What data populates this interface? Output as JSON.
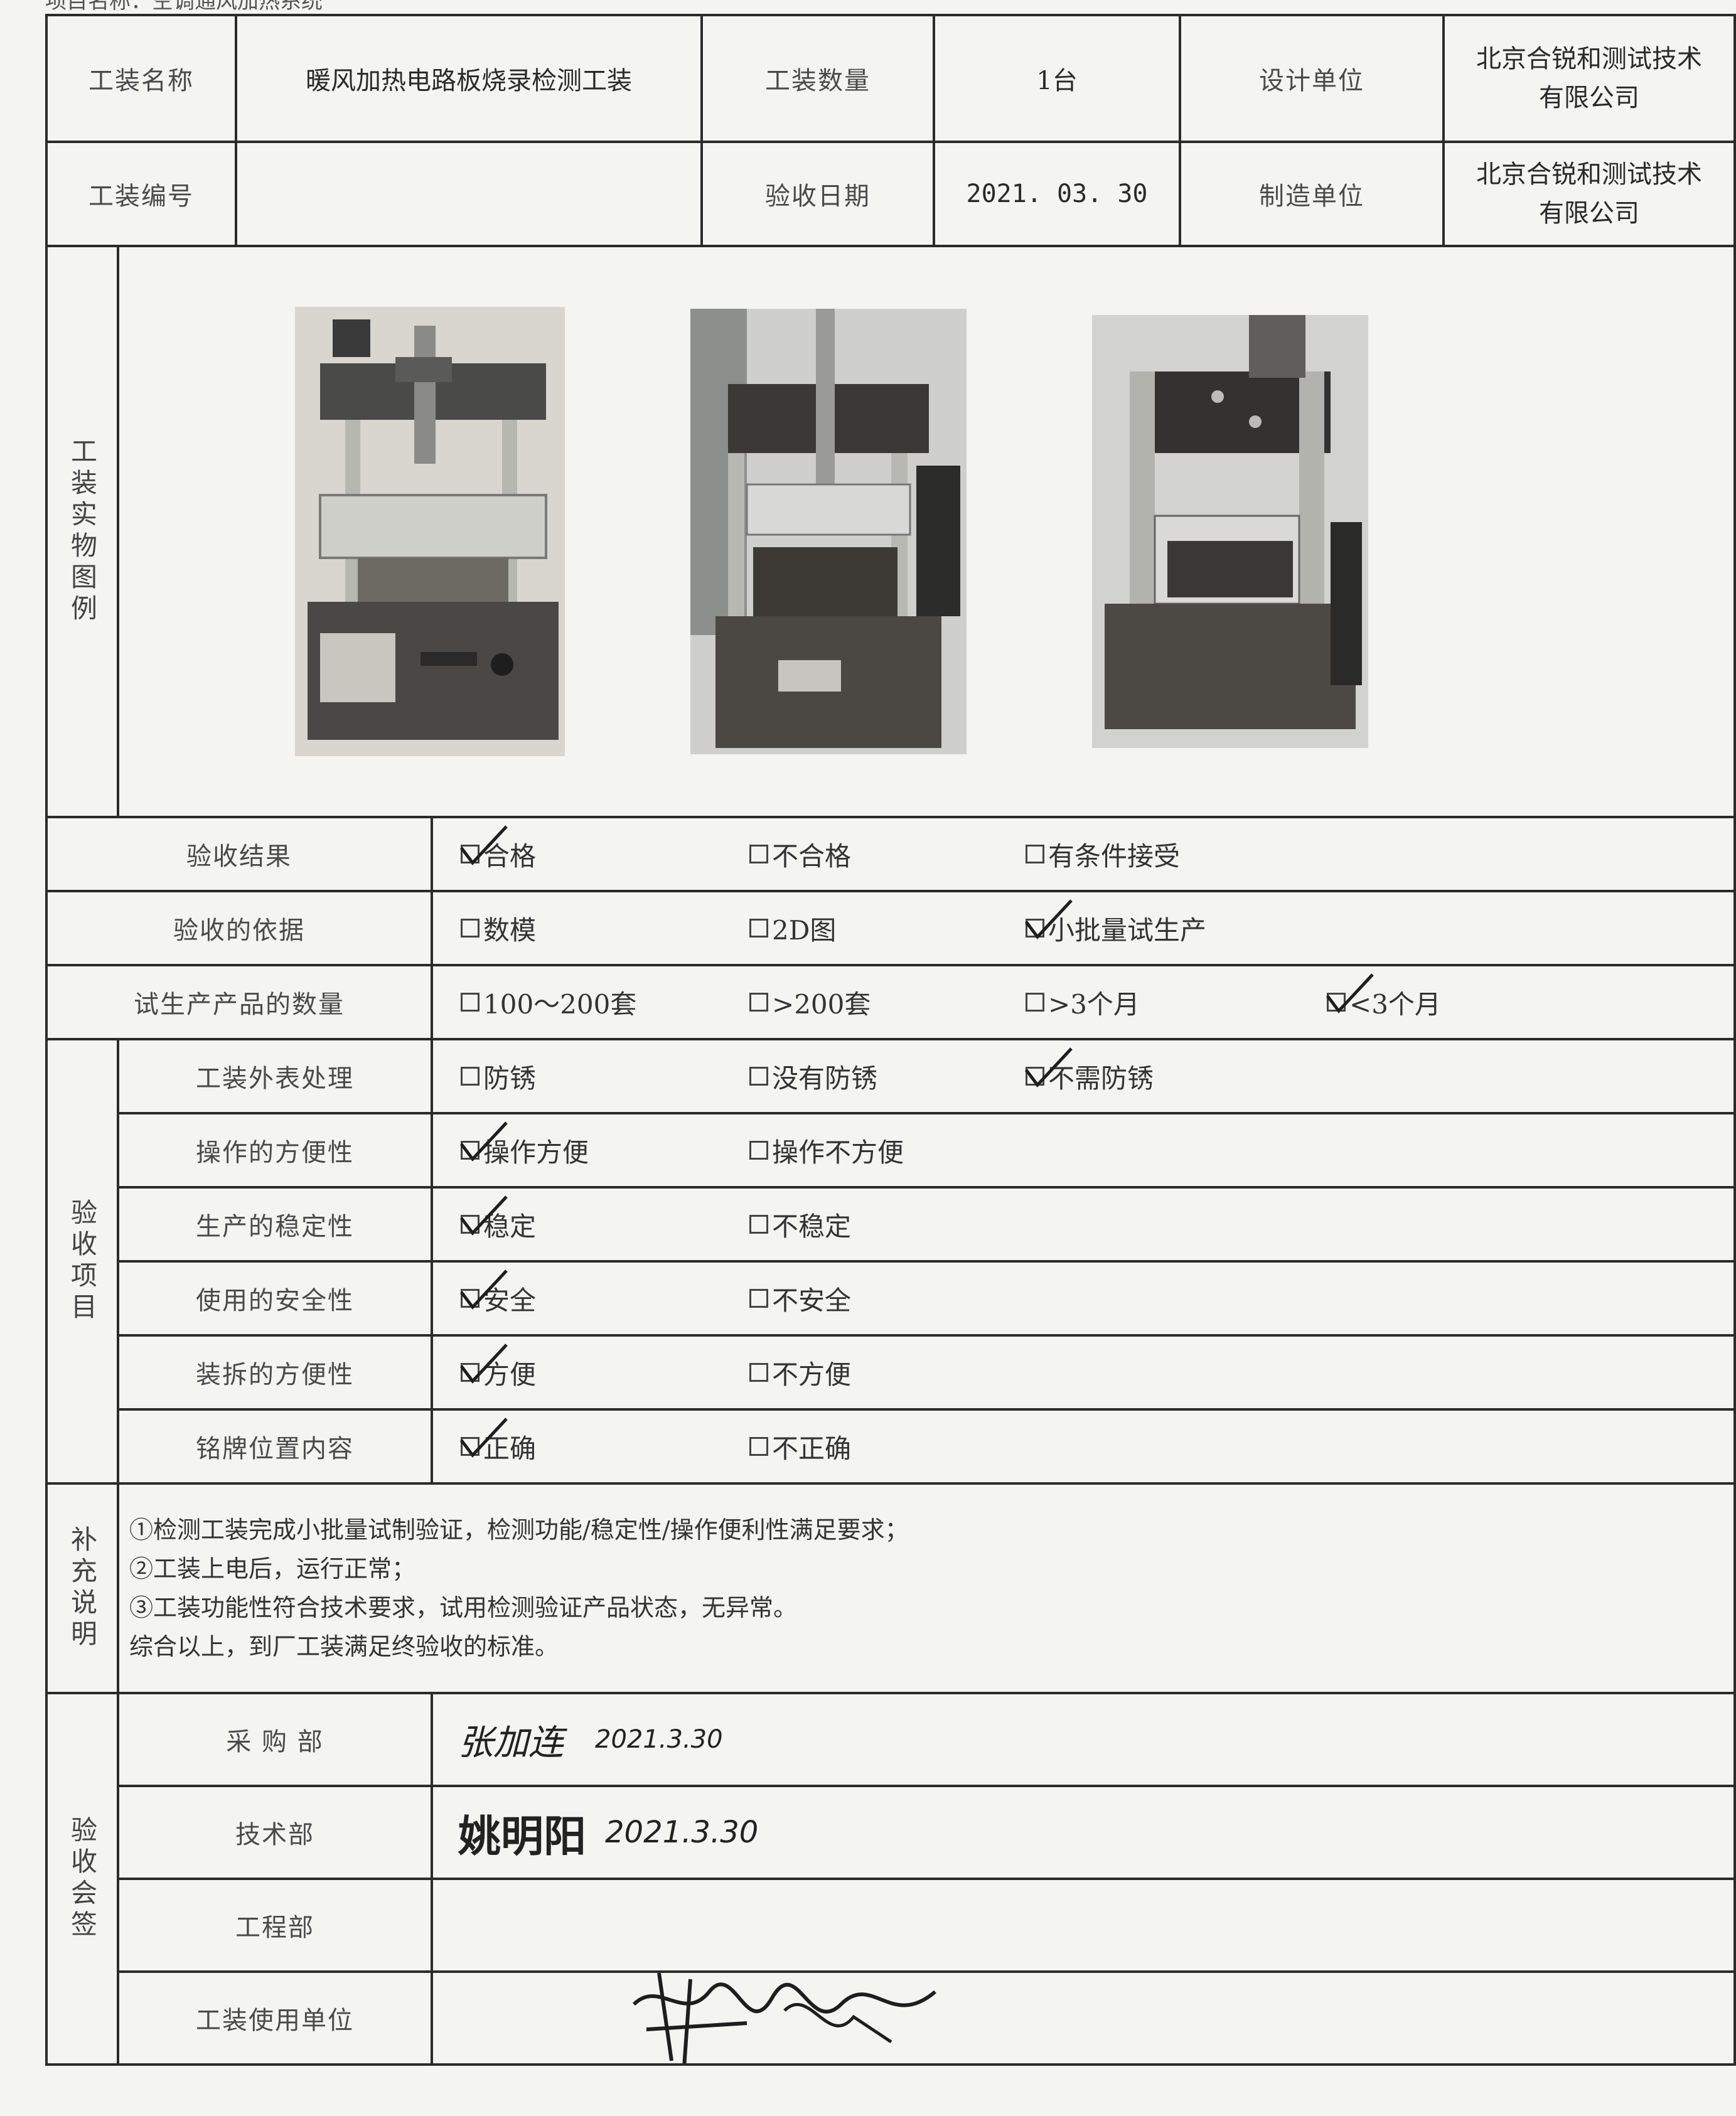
{
  "header_cut": "项目名称：空调通风加热系统",
  "row1": {
    "tool_name_label": "工装名称",
    "tool_name_value": "暖风加热电路板烧录检测工装",
    "quantity_label": "工装数量",
    "quantity_value": "1台",
    "design_unit_label": "设计单位",
    "design_unit_value": "北京合锐和测试技术有限公司"
  },
  "row2": {
    "tool_number_label": "工装编号",
    "tool_number_value": "",
    "accept_date_label": "验收日期",
    "accept_date_value": "2021. 03. 30",
    "mfg_unit_label": "制造单位",
    "mfg_unit_value": "北京合锐和测试技术有限公司"
  },
  "photos_label": "工装实物图例",
  "result": {
    "label": "验收结果",
    "options": [
      {
        "text": "合格",
        "checked": true
      },
      {
        "text": "不合格",
        "checked": false
      },
      {
        "text": "有条件接受",
        "checked": false
      }
    ]
  },
  "basis": {
    "label": "验收的依据",
    "options": [
      {
        "text": "数模",
        "checked": false
      },
      {
        "text": "2D图",
        "checked": false
      },
      {
        "text": "小批量试生产",
        "checked": true
      }
    ]
  },
  "trial_qty": {
    "label": "试生产产品的数量",
    "options": [
      {
        "text": "100～200套",
        "checked": false
      },
      {
        "text": ">200套",
        "checked": false
      },
      {
        "text": ">3个月",
        "checked": false
      },
      {
        "text": "<3个月",
        "checked": true
      }
    ]
  },
  "items_label": "验收项目",
  "items": [
    {
      "label": "工装外表处理",
      "options": [
        {
          "text": "防锈",
          "checked": false
        },
        {
          "text": "没有防锈",
          "checked": false
        },
        {
          "text": "不需防锈",
          "checked": true
        }
      ]
    },
    {
      "label": "操作的方便性",
      "options": [
        {
          "text": "操作方便",
          "checked": true
        },
        {
          "text": "操作不方便",
          "checked": false
        }
      ]
    },
    {
      "label": "生产的稳定性",
      "options": [
        {
          "text": "稳定",
          "checked": true
        },
        {
          "text": "不稳定",
          "checked": false
        }
      ]
    },
    {
      "label": "使用的安全性",
      "options": [
        {
          "text": "安全",
          "checked": true
        },
        {
          "text": "不安全",
          "checked": false
        }
      ]
    },
    {
      "label": "装拆的方便性",
      "options": [
        {
          "text": "方便",
          "checked": true
        },
        {
          "text": "不方便",
          "checked": false
        }
      ]
    },
    {
      "label": "铭牌位置内容",
      "options": [
        {
          "text": "正确",
          "checked": true
        },
        {
          "text": "不正确",
          "checked": false
        }
      ]
    }
  ],
  "notes_label": "补充说明",
  "notes": [
    "①检测工装完成小批量试制验证，检测功能/稳定性/操作便利性满足要求；",
    "②工装上电后，运行正常；",
    "③工装功能性符合技术要求，试用检测验证产品状态，无异常。",
    "综合以上，到厂工装满足终验收的标准。"
  ],
  "signoff_label": "验收会签",
  "signoff": [
    {
      "dept": "采 购 部",
      "signature": "张加连",
      "date": "2021.3.30"
    },
    {
      "dept": "技术部",
      "signature": "姚明阳",
      "date": "2021.3.30"
    },
    {
      "dept": "工程部",
      "signature": "",
      "date": ""
    },
    {
      "dept": "工装使用单位",
      "signature": "",
      "date": ""
    }
  ],
  "colors": {
    "ink": "#2b2b2b",
    "paper": "#f4f4f1",
    "handwriting": "#1e1e1e"
  }
}
